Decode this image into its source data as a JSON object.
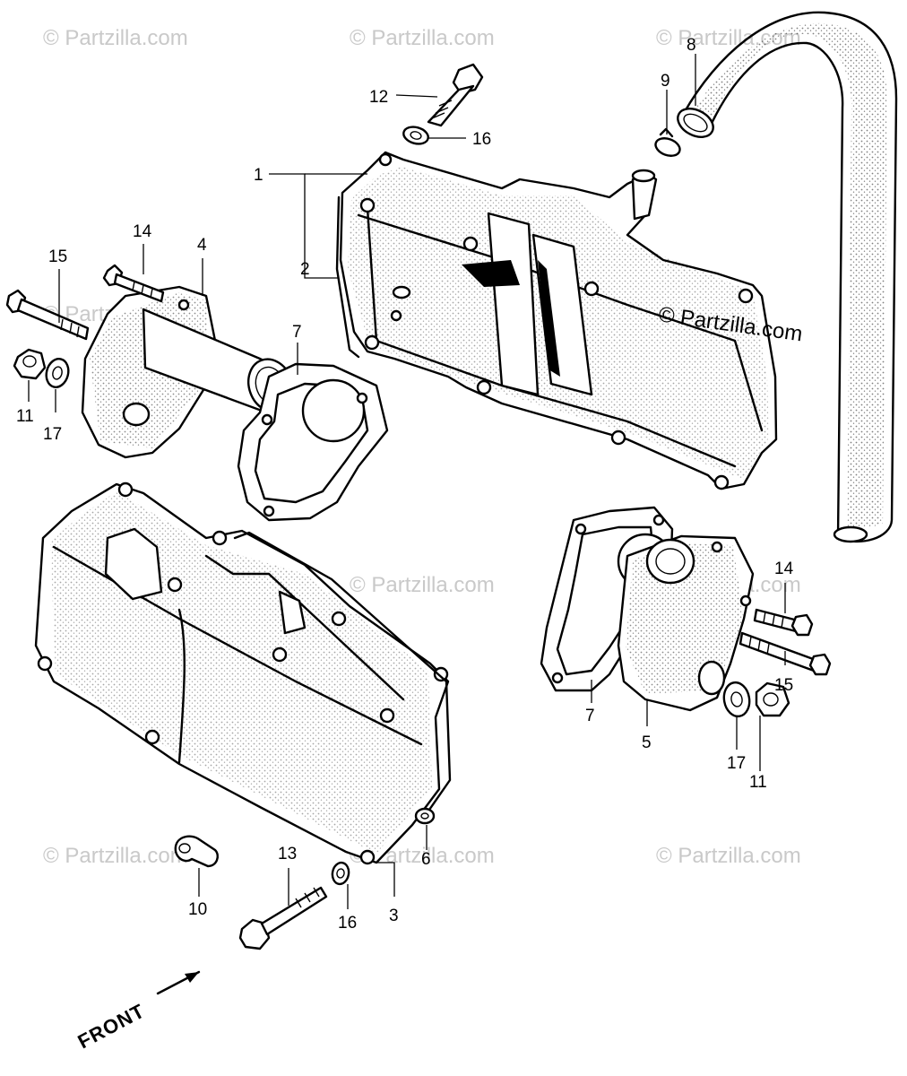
{
  "watermark": {
    "text": "© Partzilla.com",
    "inline_text": "© Partzilla.com"
  },
  "front_label": "FRONT",
  "callouts": {
    "c1": "1",
    "c2": "2",
    "c3": "3",
    "c4": "4",
    "c5": "5",
    "c6": "6",
    "c7a": "7",
    "c7b": "7",
    "c8": "8",
    "c9": "9",
    "c10": "10",
    "c11a": "11",
    "c11b": "11",
    "c12": "12",
    "c13": "13",
    "c14a": "14",
    "c14b": "14",
    "c15a": "15",
    "c15b": "15",
    "c16a": "16",
    "c16b": "16",
    "c17a": "17",
    "c17b": "17"
  }
}
